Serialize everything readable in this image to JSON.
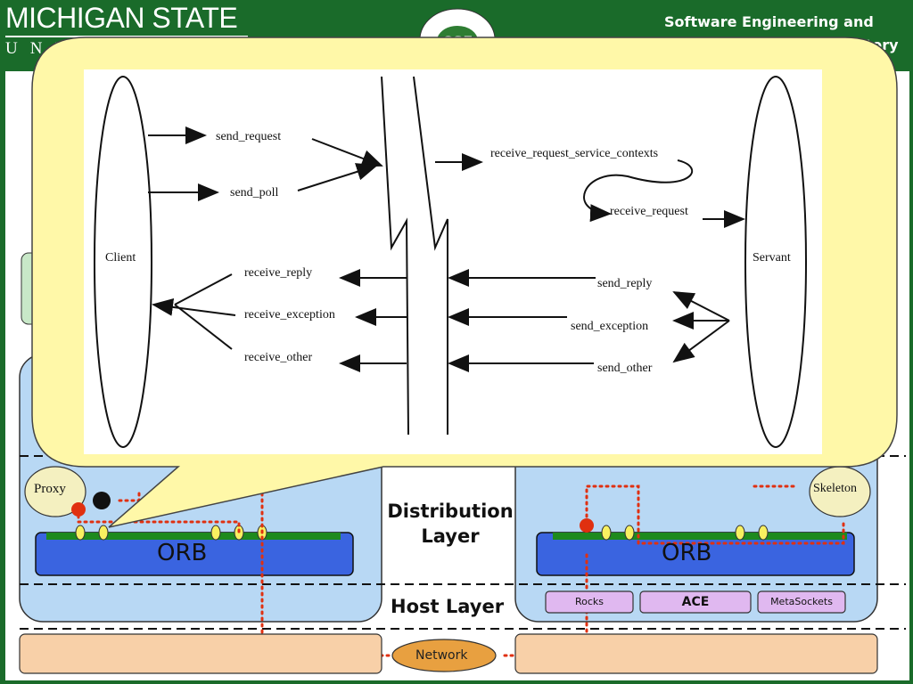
{
  "header": {
    "university": "MICHIGAN STATE",
    "university_sub": "UNIVERSITY",
    "seal_text": "CSE",
    "lab_line1": "Software Engineering and",
    "lab_line2": "Network Systems Laboratory"
  },
  "background": {
    "distribution_layer": "Distribution Layer",
    "distribution_line1": "Distribution",
    "distribution_line2": "Layer",
    "host_layer": "Host Layer",
    "orb_left": "ORB",
    "orb_right": "ORB",
    "proxy": "Proxy",
    "skeleton": "Skeleton",
    "network": "Network",
    "rocks": "Rocks",
    "ace": "ACE",
    "metasockets": "MetaSockets"
  },
  "diagram": {
    "client": "Client",
    "servant": "Servant",
    "send_request": "send_request",
    "send_poll": "send_poll",
    "receive_request_service_contexts": "receive_request_service_contexts",
    "receive_request": "receive_request",
    "receive_reply": "receive_reply",
    "receive_exception": "receive_exception",
    "receive_other": "receive_other",
    "send_reply": "send_reply",
    "send_exception": "send_exception",
    "send_other": "send_other"
  },
  "colors": {
    "msu_green": "#1a6b2a",
    "callout_fill": "#fff8a8",
    "panel_blue": "#b8d8f4",
    "orb_blue": "#3a64e0",
    "network_orange": "#f8d0a8",
    "dotted_red": "#e03010"
  }
}
